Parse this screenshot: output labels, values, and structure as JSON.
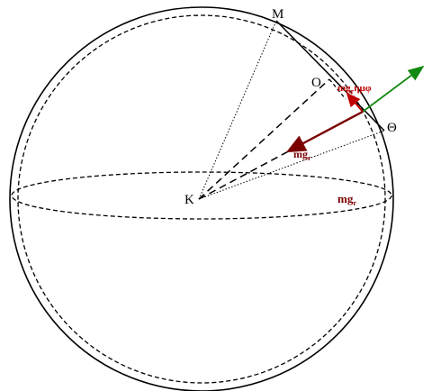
{
  "points": {
    "M": "M",
    "O": "O",
    "Theta": "Θ",
    "K": "K"
  },
  "forces": {
    "component_label": "mg",
    "component_sub": "r",
    "component_suffix": "ημφ",
    "gravity_label": "mg",
    "gravity_sub": "r",
    "sphere_label": "mg",
    "sphere_sub": "r"
  },
  "colors": {
    "red_vector": "#c00000",
    "dark_red_vector": "#7a0000",
    "green_vector": "#138a13",
    "outline": "#000000"
  }
}
